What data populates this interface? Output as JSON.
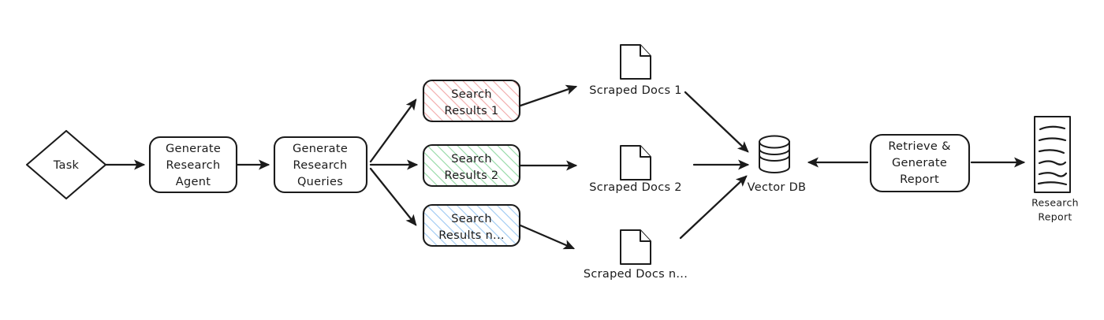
{
  "diagram": {
    "title": "Research Agent Pipeline Flowchart",
    "style": "hand-drawn sketch",
    "background": "#ffffff",
    "stroke_color": "#1b1b1b",
    "nodes": [
      {
        "id": "task",
        "label": "Task",
        "shape": "diamond",
        "fill": "#ffffff"
      },
      {
        "id": "gen-agent",
        "label_lines": [
          "Generate",
          "Research",
          "Agent"
        ],
        "shape": "rounded-rect",
        "fill": "#ffffff"
      },
      {
        "id": "gen-queries",
        "label_lines": [
          "Generate",
          "Research",
          "Queries"
        ],
        "shape": "rounded-rect",
        "fill": "#ffffff"
      },
      {
        "id": "search-results-1",
        "label_lines": [
          "Search",
          "Results 1"
        ],
        "shape": "rounded-rect",
        "fill": "#ffffff",
        "hatch_color": "#f0a6a6"
      },
      {
        "id": "search-results-2",
        "label_lines": [
          "Search",
          "Results 2"
        ],
        "shape": "rounded-rect",
        "fill": "#ffffff",
        "hatch_color": "#96dba6"
      },
      {
        "id": "search-results-n",
        "label_lines": [
          "Search",
          "Results n..."
        ],
        "shape": "rounded-rect",
        "fill": "#ffffff",
        "hatch_color": "#9ec9f0"
      },
      {
        "id": "scraped-docs-1",
        "label": "Scraped Docs 1",
        "shape": "document-icon",
        "fill": "#ffffff"
      },
      {
        "id": "scraped-docs-2",
        "label": "Scraped Docs 2",
        "shape": "document-icon",
        "fill": "#ffffff"
      },
      {
        "id": "scraped-docs-n",
        "label": "Scraped Docs n...",
        "shape": "document-icon",
        "fill": "#ffffff"
      },
      {
        "id": "vector-db",
        "label": "Vector DB",
        "shape": "cylinder",
        "fill": "#ffffff"
      },
      {
        "id": "retrieve",
        "label_lines": [
          "Retrieve &",
          "Generate",
          "Report"
        ],
        "shape": "rounded-rect",
        "fill": "#ffffff"
      },
      {
        "id": "research-report",
        "label_lines": [
          "Research",
          "Report"
        ],
        "shape": "page-icon",
        "fill": "#ffffff"
      }
    ],
    "edges": [
      {
        "from": "task",
        "to": "gen-agent",
        "direction": "right"
      },
      {
        "from": "gen-agent",
        "to": "gen-queries",
        "direction": "right"
      },
      {
        "from": "gen-queries",
        "to": "search-results-1",
        "direction": "up-right"
      },
      {
        "from": "gen-queries",
        "to": "search-results-2",
        "direction": "right"
      },
      {
        "from": "gen-queries",
        "to": "search-results-n",
        "direction": "down-right"
      },
      {
        "from": "search-results-1",
        "to": "scraped-docs-1",
        "direction": "up-right"
      },
      {
        "from": "search-results-2",
        "to": "scraped-docs-2",
        "direction": "right"
      },
      {
        "from": "search-results-n",
        "to": "scraped-docs-n",
        "direction": "down-right"
      },
      {
        "from": "scraped-docs-1",
        "to": "vector-db",
        "direction": "down-right"
      },
      {
        "from": "scraped-docs-2",
        "to": "vector-db",
        "direction": "right"
      },
      {
        "from": "scraped-docs-n",
        "to": "vector-db",
        "direction": "up-right"
      },
      {
        "from": "retrieve",
        "to": "vector-db",
        "direction": "left"
      },
      {
        "from": "retrieve",
        "to": "research-report",
        "direction": "right"
      }
    ]
  },
  "labels": {
    "task": "Task",
    "gen_agent_l1": "Generate",
    "gen_agent_l2": "Research",
    "gen_agent_l3": "Agent",
    "gen_queries_l1": "Generate",
    "gen_queries_l2": "Research",
    "gen_queries_l3": "Queries",
    "sr1_l1": "Search",
    "sr1_l2": "Results 1",
    "sr2_l1": "Search",
    "sr2_l2": "Results 2",
    "srn_l1": "Search",
    "srn_l2": "Results n...",
    "scraped_docs_1": "Scraped Docs 1",
    "scraped_docs_2": "Scraped Docs 2",
    "scraped_docs_n": "Scraped Docs n...",
    "vector_db": "Vector DB",
    "retrieve_l1": "Retrieve &",
    "retrieve_l2": "Generate",
    "retrieve_l3": "Report",
    "research_report_l1": "Research",
    "research_report_l2": "Report"
  }
}
